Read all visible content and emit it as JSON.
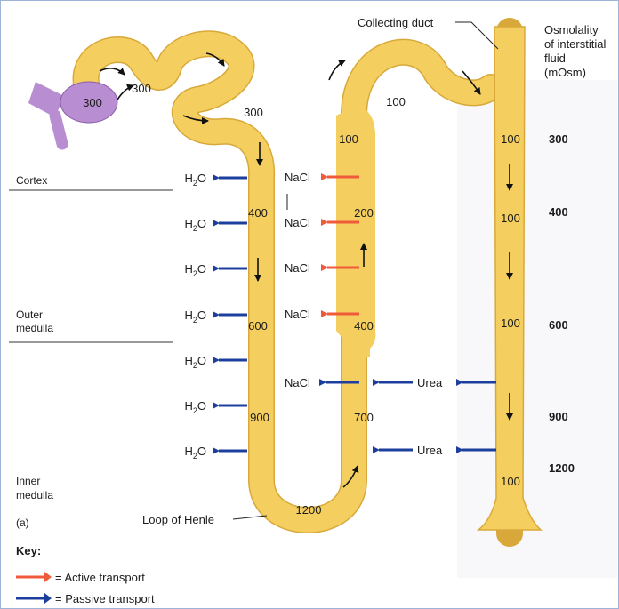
{
  "header": {
    "collecting_duct": "Collecting duct",
    "osmolality": [
      "Osmolality",
      "of interstitial",
      "fluid",
      "(mOsm)"
    ]
  },
  "regions": {
    "cortex": "Cortex",
    "outer_medulla": [
      "Outer",
      "medulla"
    ],
    "inner_medulla": [
      "Inner",
      "medulla"
    ],
    "panel": "(a)",
    "loop": "Loop of Henle"
  },
  "interstitial_values": [
    "300",
    "400",
    "600",
    "900",
    "1200"
  ],
  "tubule_values": {
    "glomerulus": "300",
    "pct_top": "300",
    "pct_lower": "300",
    "desc_400": "400",
    "desc_600": "600",
    "desc_900": "900",
    "bottom": "1200",
    "asc_700": "700",
    "asc_400": "400",
    "asc_200": "200",
    "asc_100": "100",
    "dct": "100",
    "cd": [
      "100",
      "100",
      "100",
      "100"
    ]
  },
  "water_label": "H",
  "water_sub": "2",
  "water_tail": "O",
  "nacl_label": "NaCl",
  "urea_label": "Urea",
  "key": {
    "title": "Key:",
    "active": "= Active transport",
    "passive": "= Passive transport"
  },
  "colors": {
    "tubule": "#f4cf5f",
    "tubule_edge": "#d8a93a",
    "active": "#ef5a3b",
    "passive": "#1c3e9c",
    "glomerulus": "#b98dd1"
  }
}
